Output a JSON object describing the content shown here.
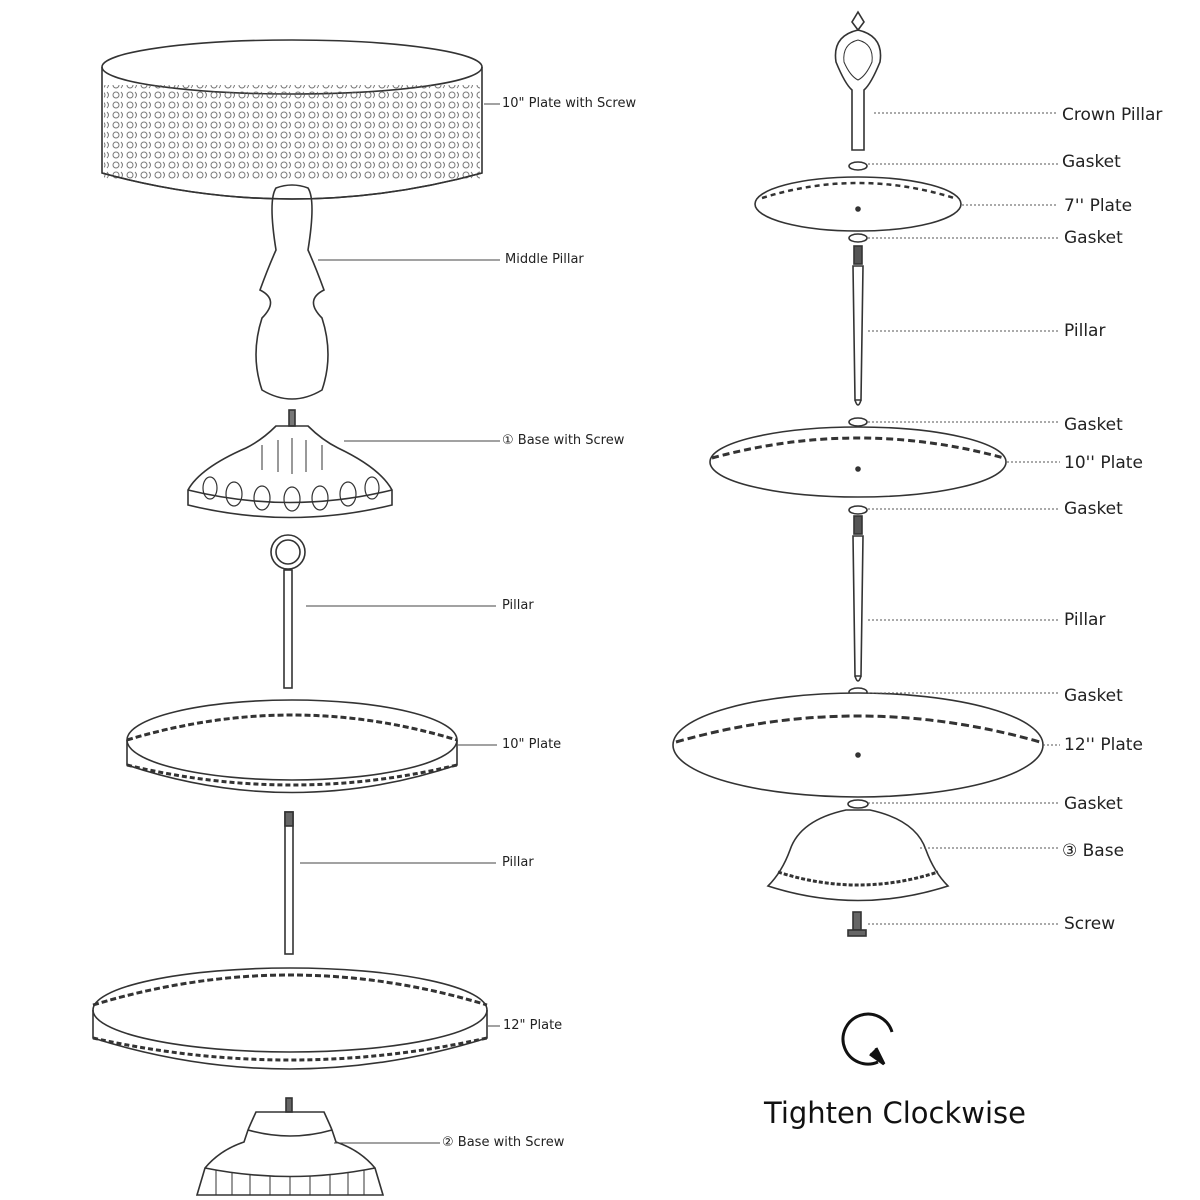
{
  "left_labels": {
    "plate_10_screw": "10\" Plate with Screw",
    "middle_pillar": "Middle Pillar",
    "base1": "① Base with Screw",
    "pillar_a": "Pillar",
    "plate_10": "10\" Plate",
    "pillar_b": "Pillar",
    "plate_12": "12\" Plate",
    "base2": "② Base with Screw"
  },
  "right_labels": {
    "crown_pillar": "Crown Pillar",
    "gasket1": "Gasket",
    "plate_7": "7'' Plate",
    "gasket2": "Gasket",
    "pillar1": "Pillar",
    "gasket3": "Gasket",
    "plate_10": "10'' Plate",
    "gasket4": "Gasket",
    "pillar2": "Pillar",
    "gasket5": "Gasket",
    "plate_12": "12'' Plate",
    "gasket6": "Gasket",
    "base3": "③ Base",
    "screw": "Screw"
  },
  "instruction": {
    "text": "Tighten Clockwise",
    "icon": "clockwise-arrow-icon"
  }
}
